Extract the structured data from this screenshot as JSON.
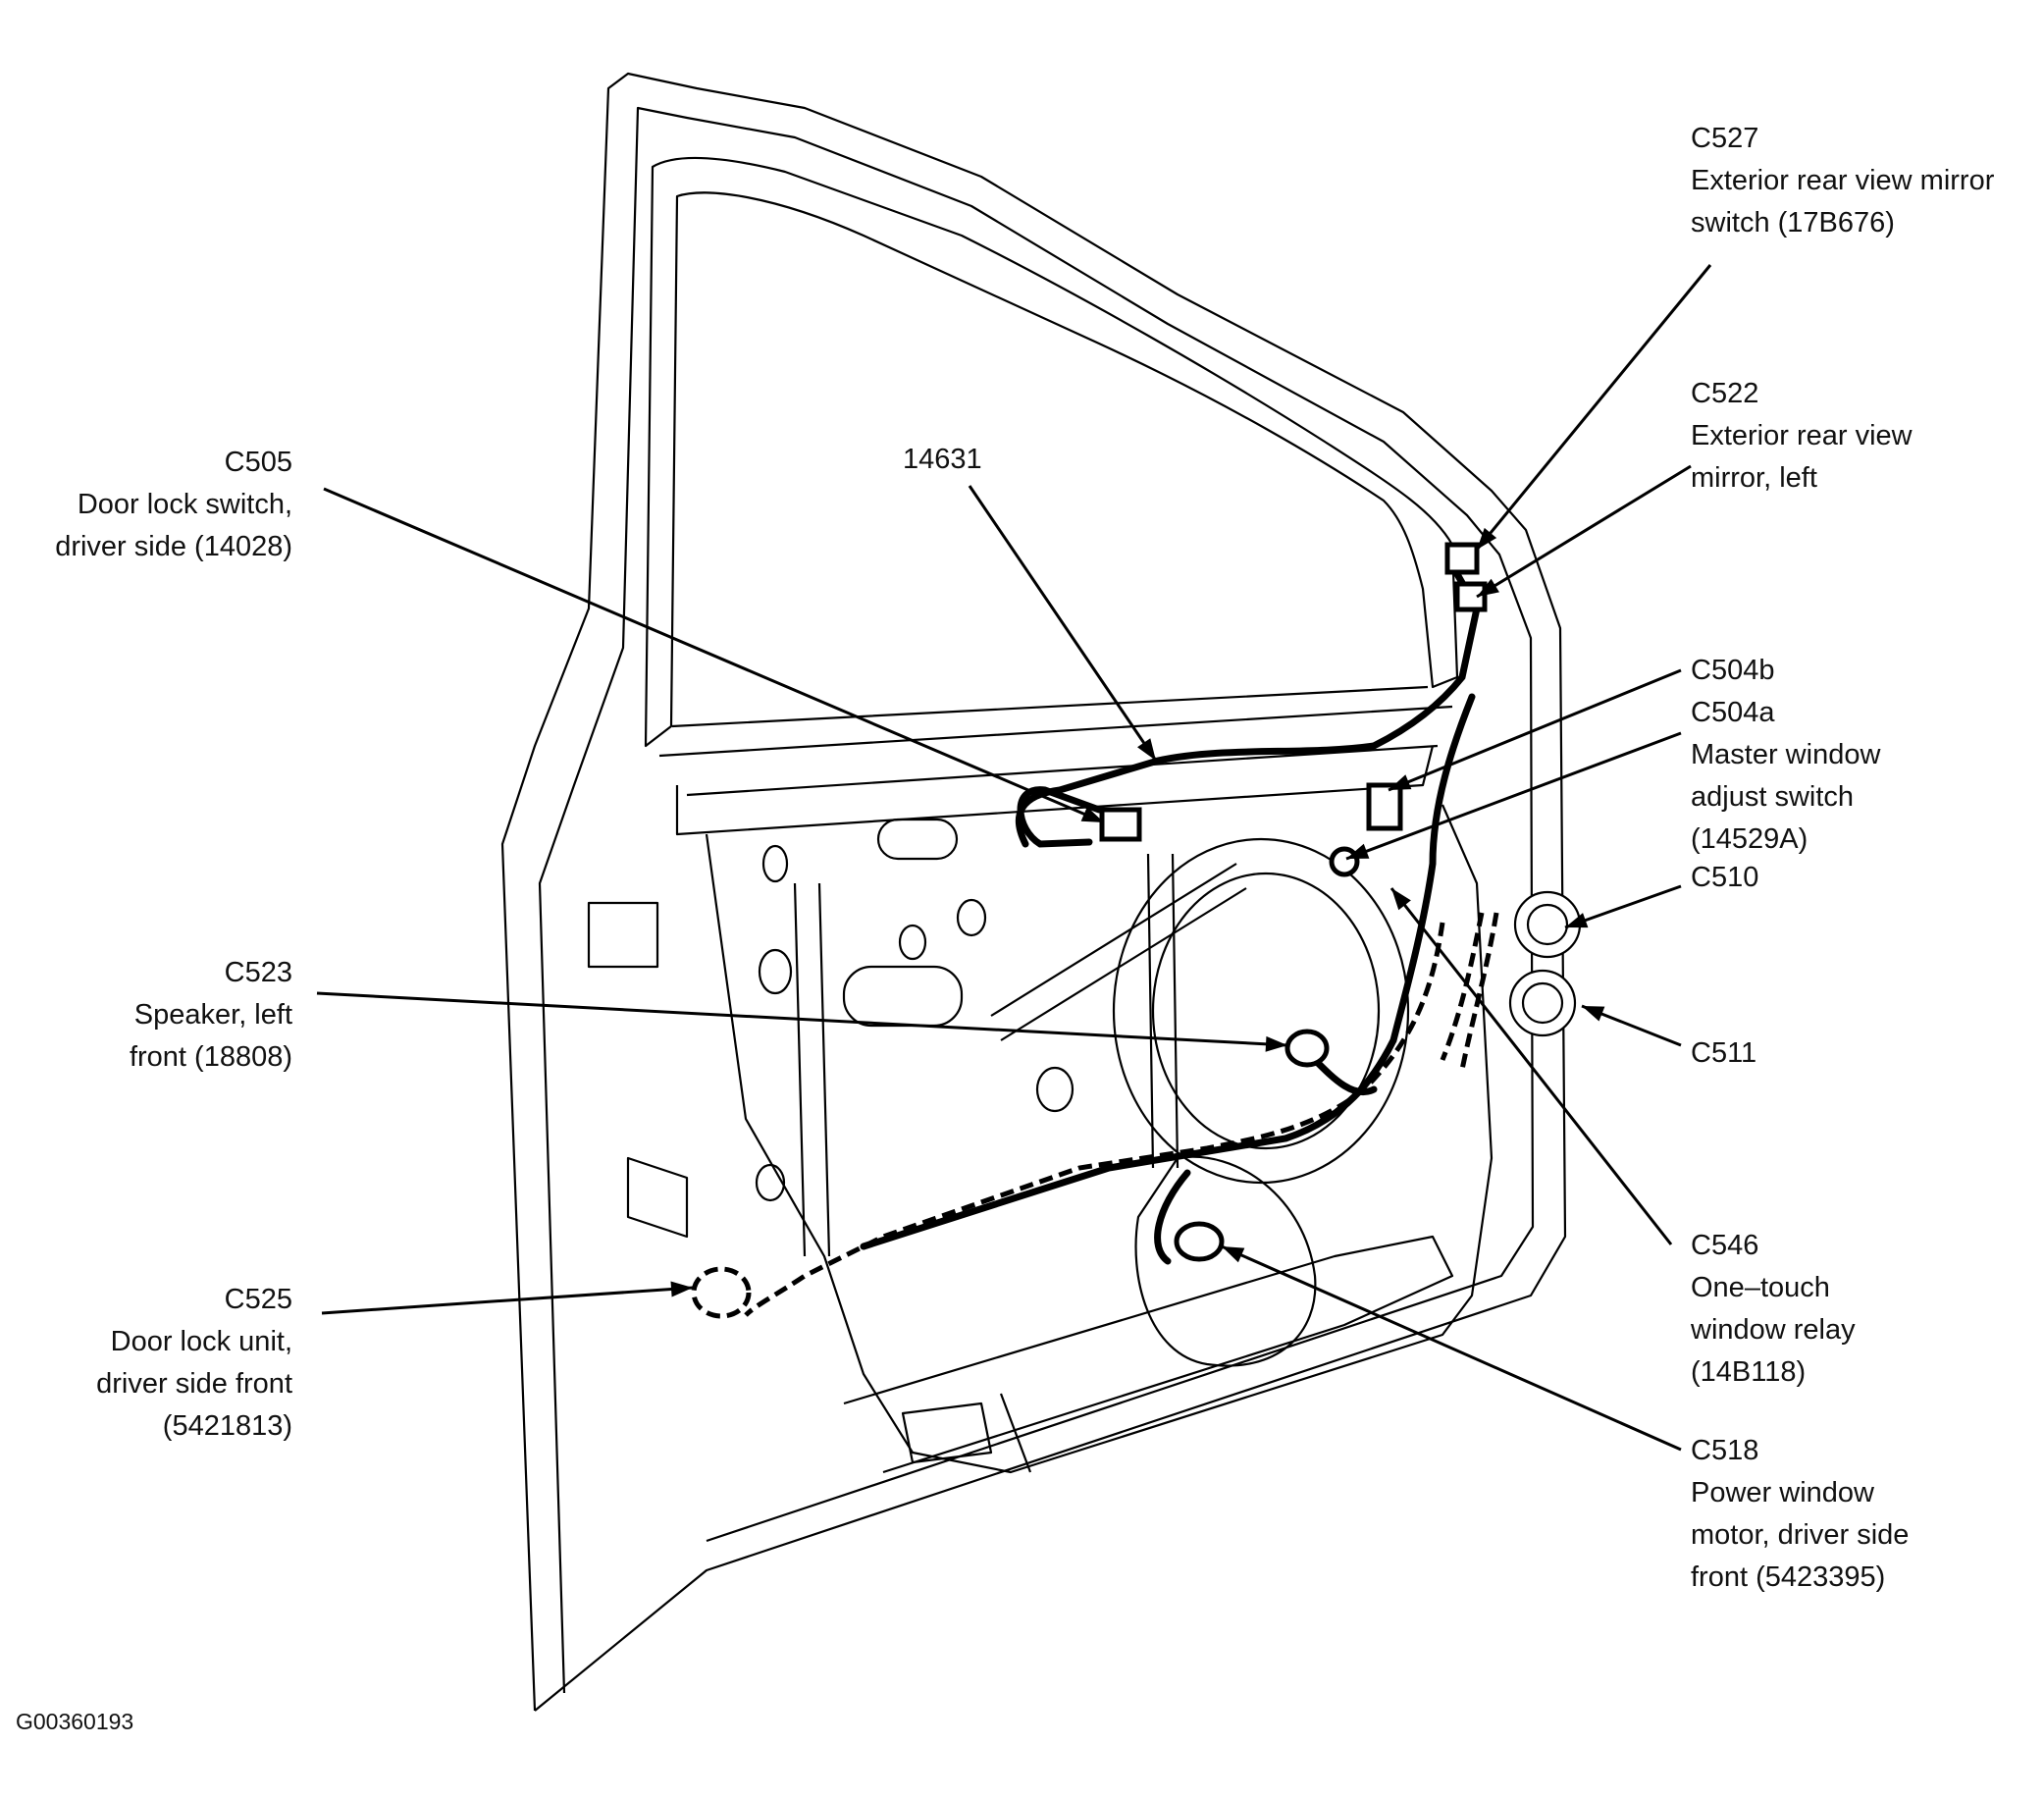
{
  "figure_id": "G00360193",
  "callouts": [
    {
      "id": "c527",
      "lines": [
        "C527",
        "Exterior rear view mirror",
        "switch (17B676)"
      ]
    },
    {
      "id": "c522",
      "lines": [
        "C522",
        "Exterior rear view",
        "mirror, left"
      ]
    },
    {
      "id": "c505",
      "lines": [
        "C505",
        "Door lock switch,",
        "driver side (14028)"
      ]
    },
    {
      "id": "p14631",
      "lines": [
        "14631"
      ]
    },
    {
      "id": "c504",
      "lines": [
        "C504b",
        "C504a",
        "Master window",
        "adjust switch",
        "(14529A)"
      ]
    },
    {
      "id": "c510",
      "lines": [
        "C510"
      ]
    },
    {
      "id": "c523",
      "lines": [
        "C523",
        "Speaker, left",
        "front (18808)"
      ]
    },
    {
      "id": "c511",
      "lines": [
        "C511"
      ]
    },
    {
      "id": "c546",
      "lines": [
        "C546",
        "One–touch",
        "window relay",
        "(14B118)"
      ]
    },
    {
      "id": "c525",
      "lines": [
        "C525",
        "Door lock unit,",
        "driver side front",
        "(5421813)"
      ]
    },
    {
      "id": "c518",
      "lines": [
        "C518",
        "Power window",
        "motor, driver side",
        "front (5423395)"
      ]
    }
  ]
}
